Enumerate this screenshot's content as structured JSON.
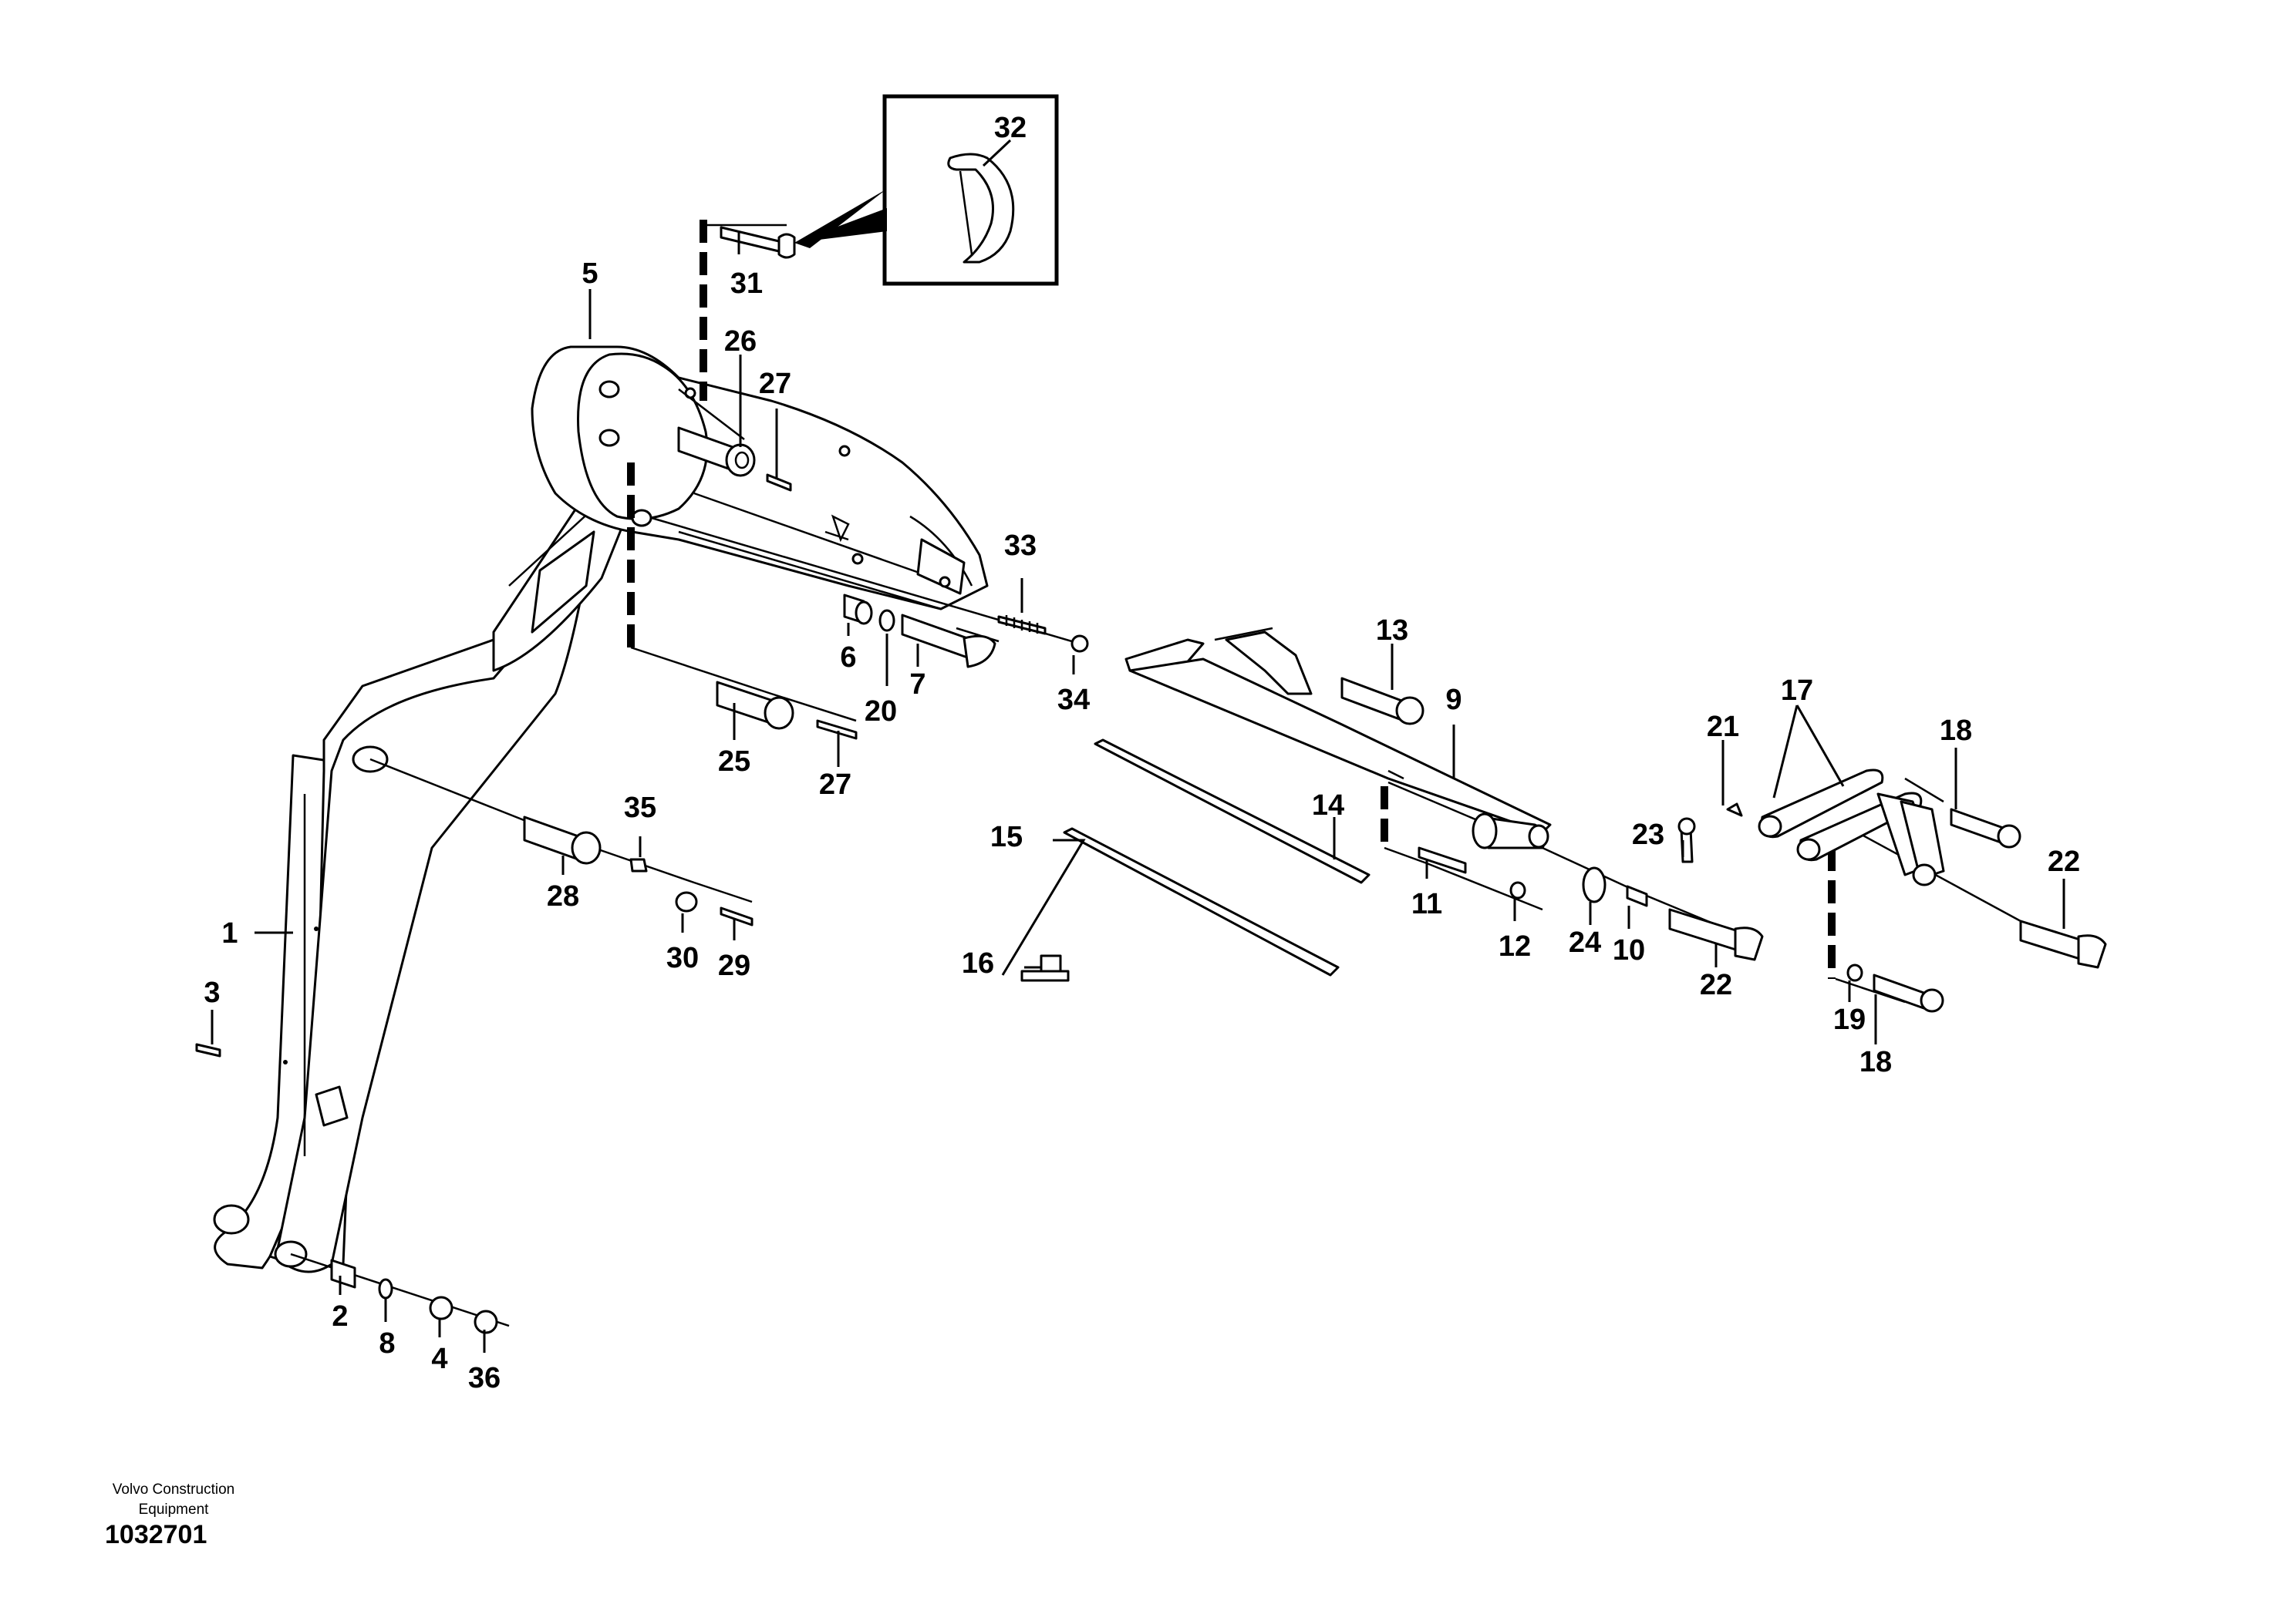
{
  "diagram": {
    "callouts": [
      "1",
      "2",
      "3",
      "4",
      "5",
      "6",
      "7",
      "8",
      "9",
      "10",
      "11",
      "12",
      "13",
      "14",
      "15",
      "16",
      "17",
      "18",
      "18",
      "19",
      "20",
      "21",
      "22",
      "22",
      "23",
      "24",
      "25",
      "26",
      "27",
      "27",
      "28",
      "29",
      "30",
      "31",
      "32",
      "33",
      "34",
      "35",
      "36"
    ]
  },
  "footer": {
    "company_line1": "Volvo Construction",
    "company_line2": "Equipment",
    "illustration_number": "1032701"
  }
}
